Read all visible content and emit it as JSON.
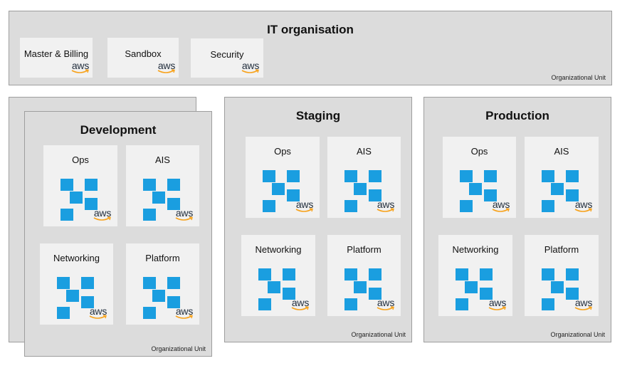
{
  "it_org": {
    "title": "IT organisation",
    "caption": "Organizational Unit",
    "accounts": [
      {
        "label": "Master & Billing"
      },
      {
        "label": "Sandbox"
      },
      {
        "label": "Security"
      }
    ]
  },
  "development": {
    "title": "Development",
    "caption": "Organizational Unit",
    "accounts": [
      {
        "label": "Ops"
      },
      {
        "label": "AIS"
      },
      {
        "label": "Networking"
      },
      {
        "label": "Platform"
      }
    ]
  },
  "staging": {
    "title": "Staging",
    "caption": "Organizational Unit",
    "accounts": [
      {
        "label": "Ops"
      },
      {
        "label": "AIS"
      },
      {
        "label": "Networking"
      },
      {
        "label": "Platform"
      }
    ]
  },
  "production": {
    "title": "Production",
    "caption": "Organizational Unit",
    "accounts": [
      {
        "label": "Ops"
      },
      {
        "label": "AIS"
      },
      {
        "label": "Networking"
      },
      {
        "label": "Platform"
      }
    ]
  },
  "aws_logo_text": "aws",
  "colors": {
    "ou_fill": "#dcdcdc",
    "account_fill": "#f1f1f1",
    "resource_blue": "#1a9ee0",
    "aws_smile": "#f7a21b"
  }
}
